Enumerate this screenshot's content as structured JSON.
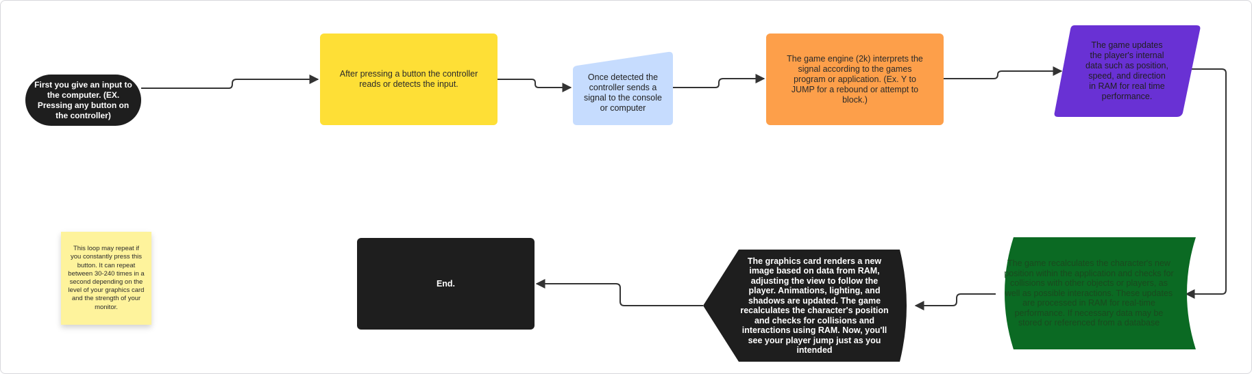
{
  "flowchart": {
    "nodes": {
      "start": "First you give an input to the computer. (EX. Pressing any button on the controller)",
      "controller_reads": "After pressing a button the controller reads or detects the input.",
      "signal_sent": "Once detected the controller sends a signal to the console or computer",
      "engine_interprets": "The game engine (2k) interprets the signal according to the games program or application. (Ex. Y to JUMP for a rebound or attempt to block.)",
      "updates_data": "The game updates the player's internal data such as position, speed, and direction in RAM for real time performance.",
      "recalculates": "The game recalculates the character's new position within the application and checks for collisions with other objects or players, as well as possible interactions. These updates are processed in RAM for real-time performance. If necessary data may be stored or referenced from a database",
      "graphics_render": "The graphics card renders a new image based on data from RAM, adjusting the view to follow the player. Animations, lighting, and shadows are updated. The game recalculates the character's position and checks for collisions and interactions using RAM. Now, you'll see your player jump just as you intended",
      "end": "End."
    },
    "sticky_note": "This loop may repeat if you constantly press this button. It can repeat between 30-240 times in a second depending on the level of your graphics card and the strength of your monitor.",
    "colors": {
      "terminal": "#1e1e1e",
      "yellow": "#fedf36",
      "light_blue": "#c6dcfe",
      "orange": "#fd9f4a",
      "purple": "#6931d4",
      "green": "#0b6a23",
      "sticky": "#fef39c",
      "connector": "#333333"
    }
  }
}
